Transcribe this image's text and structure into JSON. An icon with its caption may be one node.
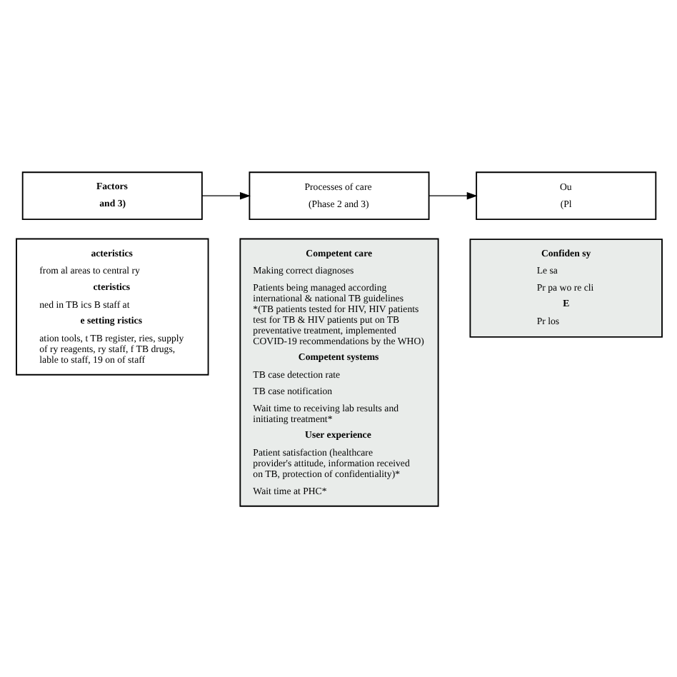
{
  "diagram": {
    "nodes": [
      {
        "text": [
          "Factors",
          "and 3)"
        ]
      },
      {
        "text": [
          "Processes of care",
          "(Phase 2 and 3)"
        ]
      },
      {
        "text": [
          "Ou",
          "(Pl"
        ]
      },
      {
        "text": [
          "acteristics",
          "from al areas to central ry",
          "cteristics",
          "ned in TB ics B staff at",
          "e setting ristics",
          "ation tools, t TB register, ries, supply of ry reagents, ry staff, f TB drugs, lable to staff, 19 on of staff"
        ]
      },
      {
        "text": [
          "Competent care",
          "Making correct diagnoses",
          "Patients being managed according international & national TB guidelines *(TB patients tested for HIV, HIV patients test for TB & HIV patients put on TB preventative treatment, implemented COVID-19 recommendations by the WHO)",
          "Competent systems",
          "TB case detection rate",
          "TB case notification",
          "Wait time to receiving lab results and initiating treatment*",
          "User experience",
          "Patient satisfaction (healthcare provider's attitude, information received on TB, protection of confidentiality)*",
          "Wait time at PHC*"
        ]
      },
      {
        "text": [
          "Confiden sy",
          "Le sa",
          "Pr pa wo re cli",
          "E",
          "Pr los"
        ]
      }
    ],
    "edges": [
      {
        "from": 0,
        "to": 1,
        "arrow": "to"
      },
      {
        "from": 1,
        "to": 2,
        "arrow": "to"
      }
    ]
  }
}
